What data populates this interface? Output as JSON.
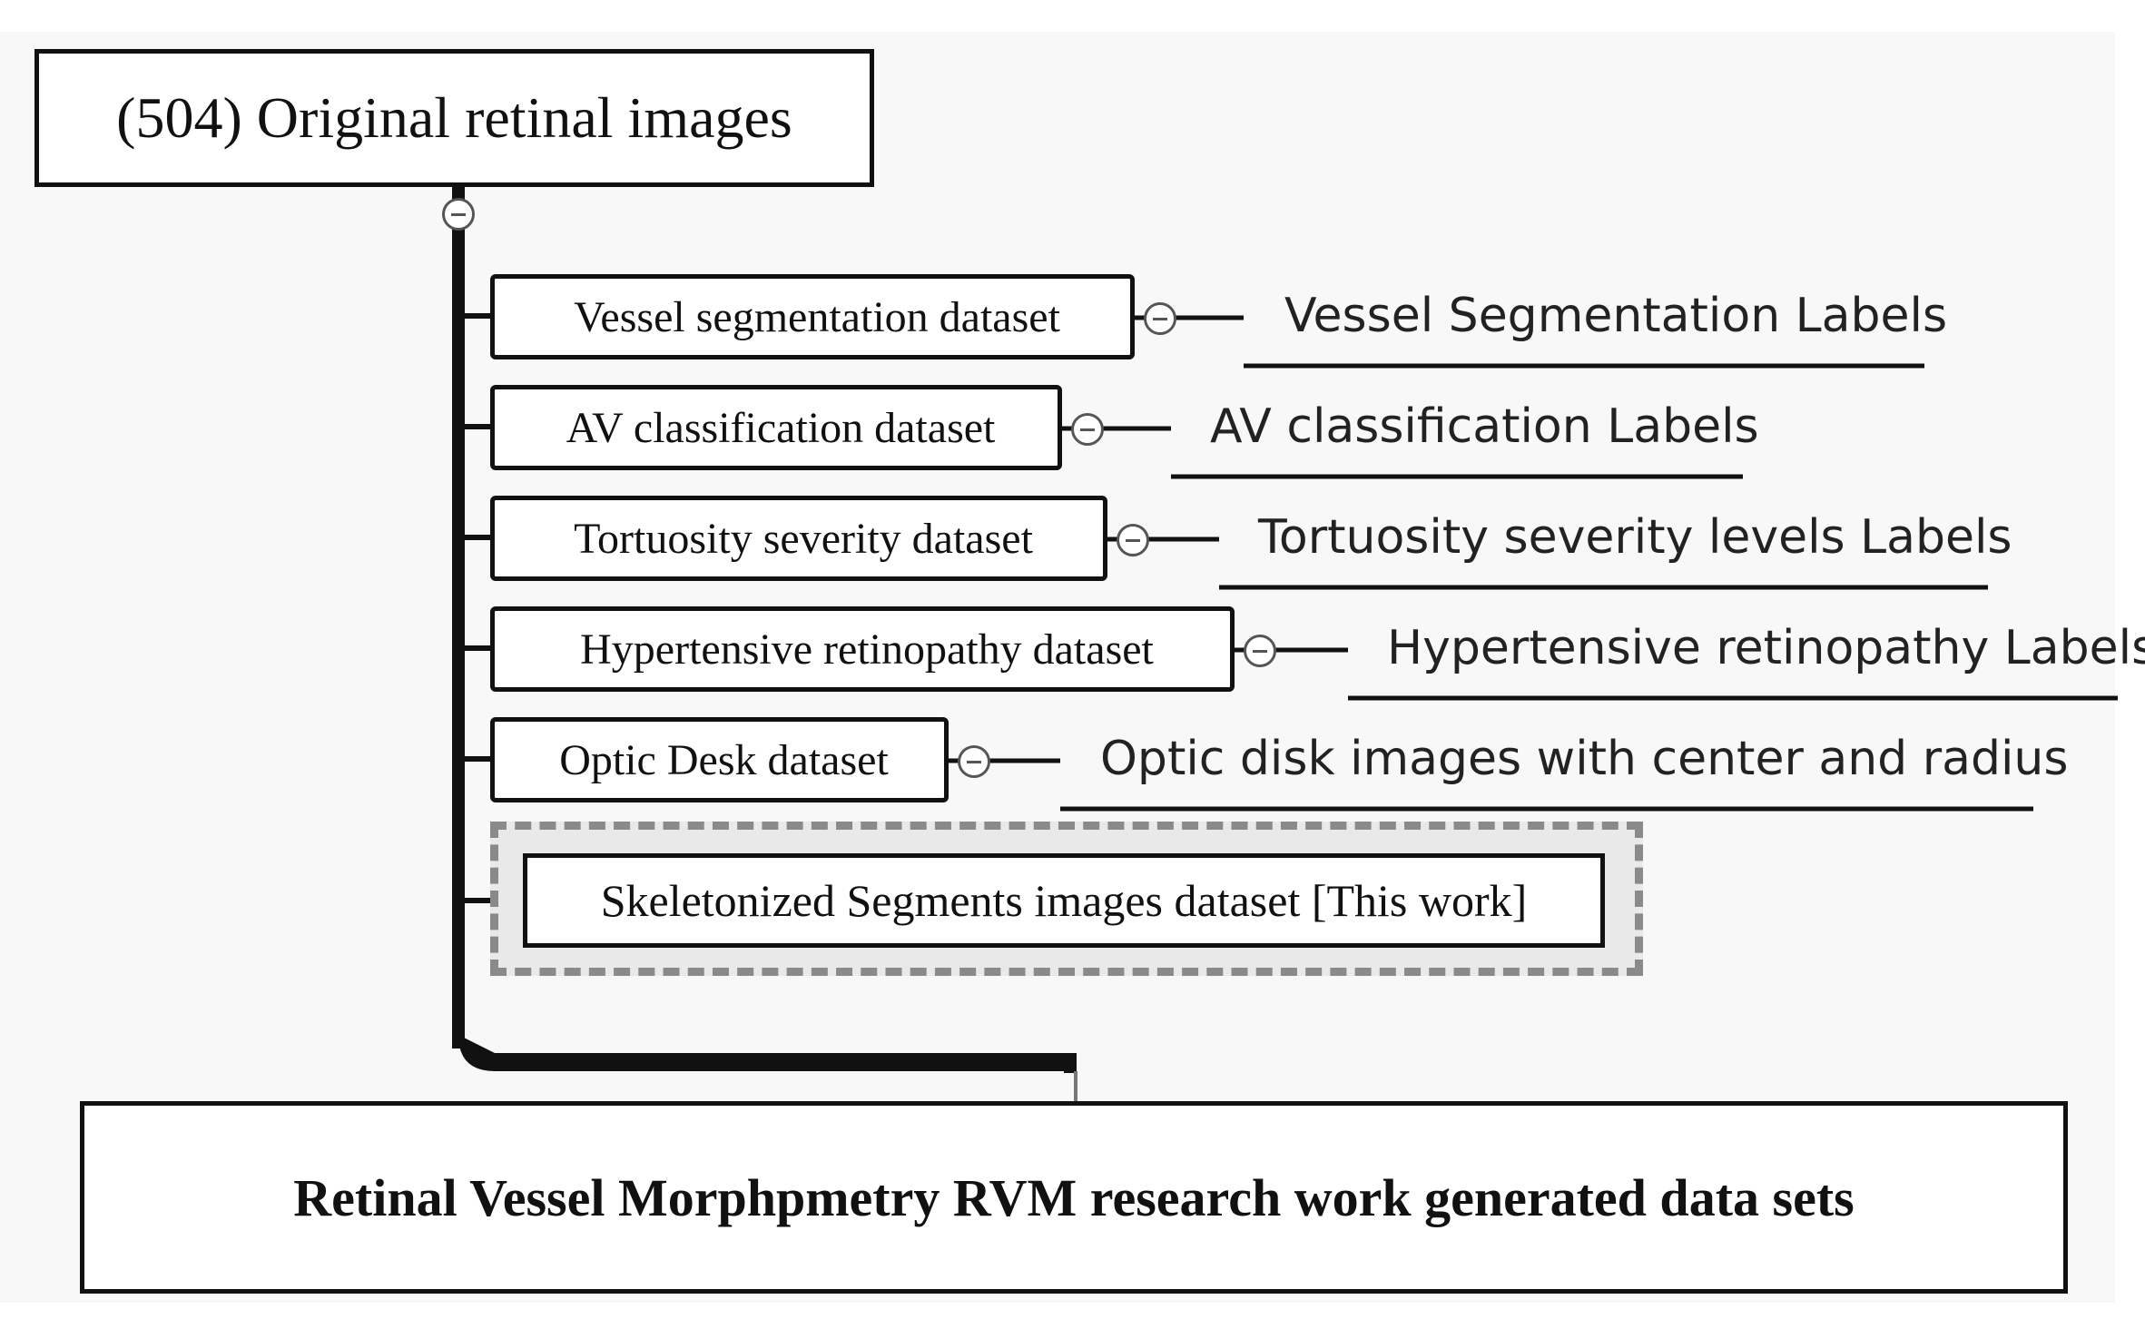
{
  "root": {
    "label": "(504) Original retinal images"
  },
  "datasets": [
    {
      "name": "Vessel segmentation dataset",
      "output": "Vessel Segmentation Labels"
    },
    {
      "name": "AV classification dataset",
      "output": "AV classification Labels"
    },
    {
      "name": "Tortuosity severity dataset",
      "output": "Tortuosity severity levels Labels"
    },
    {
      "name": "Hypertensive retinopathy dataset",
      "output": "Hypertensive retinopathy Labels"
    },
    {
      "name": "Optic Desk dataset",
      "output": "Optic disk images with center and radius"
    }
  ],
  "highlight": {
    "name": "Skeletonized Segments images dataset [This work]"
  },
  "footer": {
    "label": "Retinal Vessel Morphpmetry RVM research work generated data sets"
  },
  "colors": {
    "line": "#111111",
    "dashed_border": "#8a8a8a",
    "collapse_circle": "#555555"
  }
}
